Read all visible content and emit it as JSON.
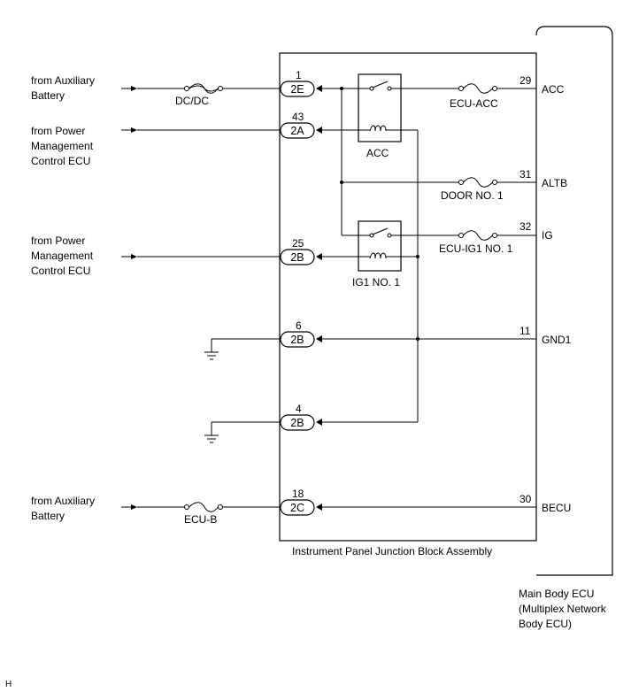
{
  "left_labels": {
    "from_aux_battery_1": [
      "from Auxiliary",
      "Battery"
    ],
    "from_pm_ecu_1": [
      "from Power",
      "Management",
      "Control ECU"
    ],
    "from_pm_ecu_2": [
      "from Power",
      "Management",
      "Control ECU"
    ],
    "from_aux_battery_2": [
      "from Auxiliary",
      "Battery"
    ]
  },
  "fuses": {
    "dcdc": "DC/DC",
    "ecu_acc": "ECU-ACC",
    "door_no1": "DOOR NO. 1",
    "ecu_ig1_no1": "ECU-IG1 NO. 1",
    "ecu_b": "ECU-B"
  },
  "relays": {
    "acc": "ACC",
    "ig1_no1": "IG1 NO. 1"
  },
  "connectors": [
    {
      "pin": "1",
      "code": "2E"
    },
    {
      "pin": "43",
      "code": "2A"
    },
    {
      "pin": "25",
      "code": "2B"
    },
    {
      "pin": "6",
      "code": "2B"
    },
    {
      "pin": "4",
      "code": "2B"
    },
    {
      "pin": "18",
      "code": "2C"
    }
  ],
  "ecu_terminals": [
    {
      "pin": "29",
      "name": "ACC"
    },
    {
      "pin": "31",
      "name": "ALTB"
    },
    {
      "pin": "32",
      "name": "IG"
    },
    {
      "pin": "11",
      "name": "GND1"
    },
    {
      "pin": "30",
      "name": "BECU"
    }
  ],
  "junction_block_label": "Instrument Panel Junction Block Assembly",
  "main_ecu_label": [
    "Main Body ECU",
    "(Multiplex Network",
    "Body ECU)"
  ],
  "corner_mark": "H"
}
